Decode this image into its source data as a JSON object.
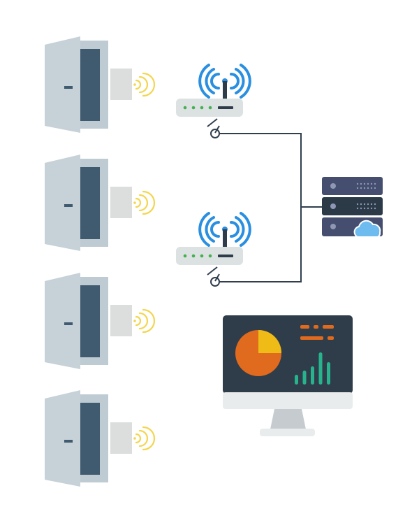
{
  "diagram": {
    "doors": [
      {
        "id": "door-1",
        "sensor": "reader-1"
      },
      {
        "id": "door-2",
        "sensor": "reader-2"
      },
      {
        "id": "door-3",
        "sensor": "reader-3"
      },
      {
        "id": "door-4",
        "sensor": "reader-4"
      }
    ],
    "routers": [
      {
        "id": "router-1",
        "indicator_leds": 4
      },
      {
        "id": "router-2",
        "indicator_leds": 4
      }
    ],
    "server": {
      "units": 3,
      "cloud": true
    },
    "monitor": {
      "pie_chart": {
        "slices": [
          {
            "label": "",
            "value": 75,
            "color": "#E06A1E"
          },
          {
            "label": "",
            "value": 25,
            "color": "#EEBB17"
          }
        ]
      },
      "bar_chart": {
        "values": [
          14,
          20,
          26,
          46,
          32
        ],
        "color": "#27B38B"
      }
    },
    "colors": {
      "door_frame": "#BFCBD3",
      "door_panel": "#405A70",
      "reader": "#DCDDDD",
      "wireless_wave": "#F3D64F",
      "router_body": "#DCE1E2",
      "router_led": "#44B050",
      "wifi_signal": "#2A8FE0",
      "wire": "#313E4E",
      "server_unit": "#454E6F",
      "server_dark": "#2C3A48",
      "cloud": "#6EBBEF",
      "monitor_screen": "#2F3D4A",
      "monitor_bezel": "#E9ECEC",
      "monitor_stand": "#C5CBCF",
      "accent_orange": "#E06A1E"
    }
  }
}
